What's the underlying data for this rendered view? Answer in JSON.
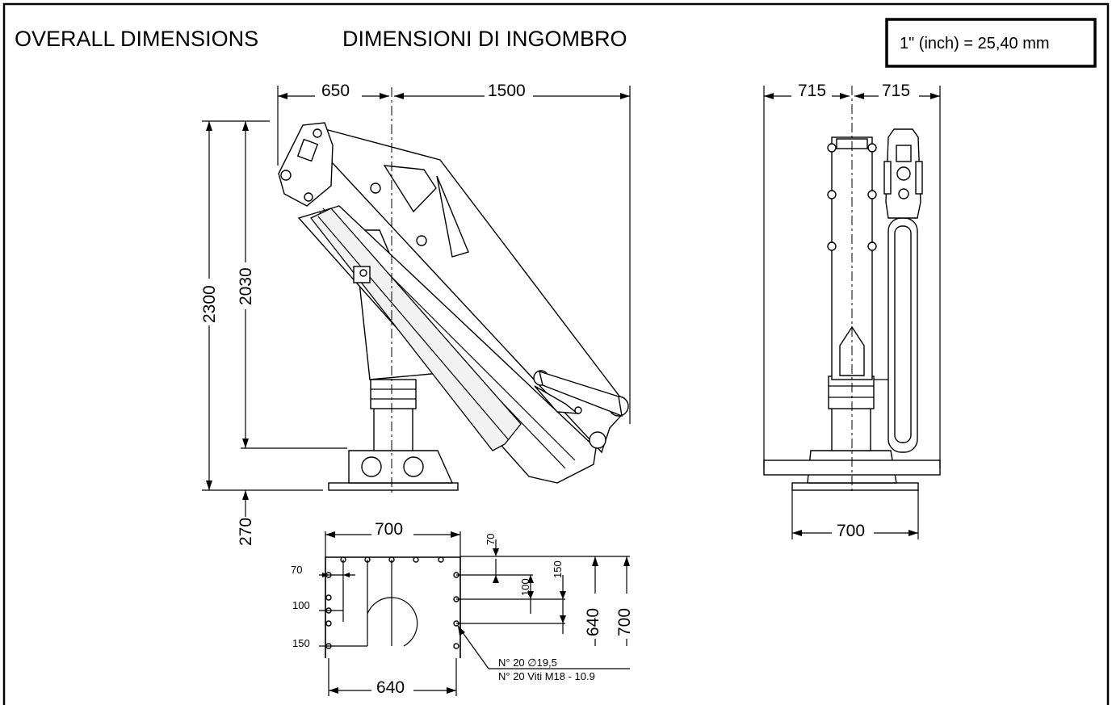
{
  "title": {
    "en": "OVERALL  DIMENSIONS",
    "it": "DIMENSIONI DI INGOMBRO"
  },
  "conversion_note": "1\" (inch) = 25,40 mm",
  "side_view": {
    "dim_left_offset": "650",
    "dim_reach": "1500",
    "dim_total_height": "2300",
    "dim_height_above_base": "2030",
    "dim_base_height": "270"
  },
  "front_view": {
    "dim_half_left": "715",
    "dim_half_right": "715",
    "dim_base_width": "700"
  },
  "base_plate": {
    "dim_width_top": "700",
    "dim_width_bottom": "640",
    "dim_height_outer": "700",
    "dim_height_inner": "640",
    "dim_hole_pitch_70_left": "70",
    "dim_hole_pitch_100_left": "100",
    "dim_hole_pitch_150_left": "150",
    "dim_hole_pitch_70_top": "70",
    "dim_hole_pitch_100_right": "100",
    "dim_hole_pitch_150_right": "150",
    "holes_note": "N° 20   ∅19,5",
    "bolts_note": "N° 20 Viti  M18  - 10.9"
  }
}
